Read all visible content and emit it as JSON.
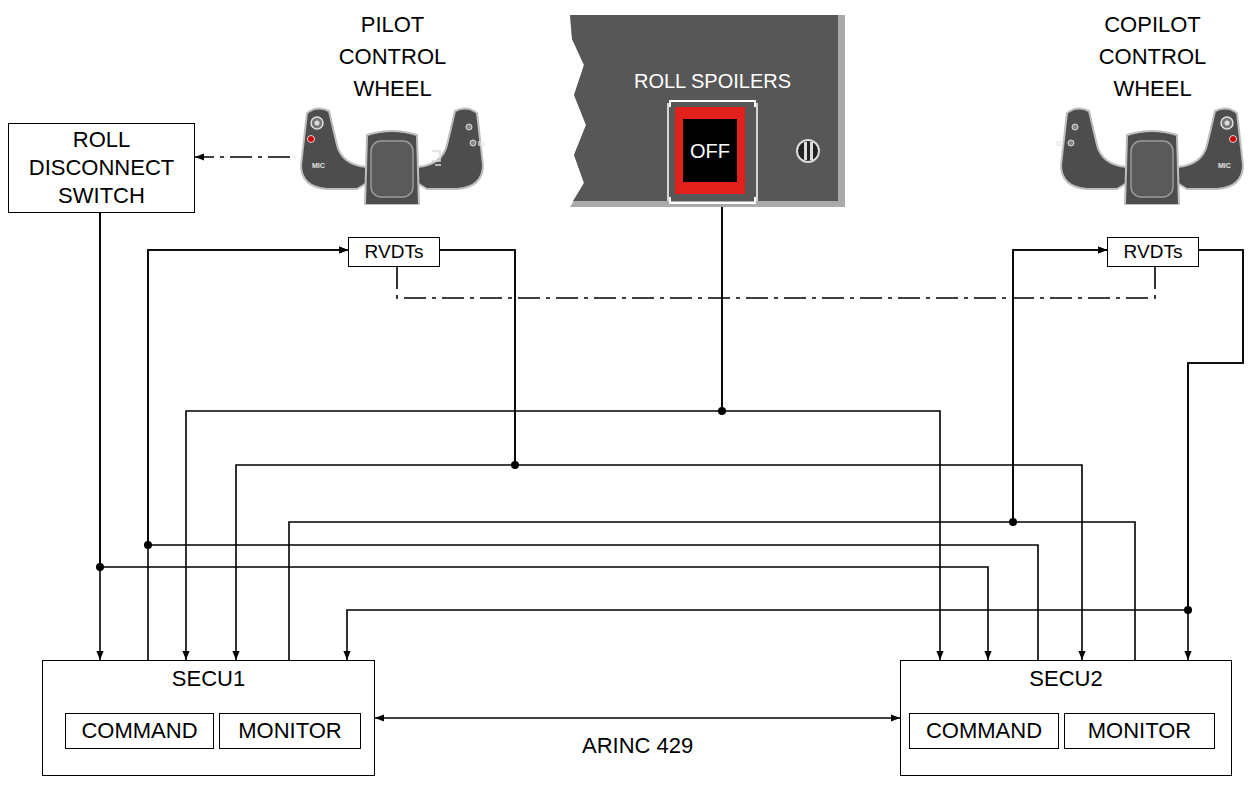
{
  "diagram": {
    "nodes": [
      {
        "text": [
          "PILOT CONTROL WHEEL"
        ]
      },
      {
        "text": [
          "ROLL SPOILERS"
        ]
      },
      {
        "text": [
          "OFF"
        ],
        "in": 1
      },
      {
        "text": [
          "COPILOT CONTROL WHEEL"
        ]
      },
      {
        "text": [
          "ROLL DISCONNECT SWITCH"
        ]
      },
      {
        "text": [
          "RVDTs"
        ]
      },
      {
        "text": [
          "RVDTs"
        ]
      },
      {
        "text": [
          "SECU1"
        ]
      },
      {
        "text": [
          "COMMAND"
        ],
        "in": 7
      },
      {
        "text": [
          "MONITOR"
        ],
        "in": 7
      },
      {
        "text": [
          "SECU2"
        ]
      },
      {
        "text": [
          "COMMAND"
        ],
        "in": 10
      },
      {
        "text": [
          "MONITOR"
        ],
        "in": 10
      }
    ],
    "edges": [
      {
        "from": 0,
        "to": 4,
        "arrow": "to"
      },
      {
        "from": 5,
        "to": 6,
        "arrow": "none"
      },
      {
        "from": 4,
        "to": 7,
        "arrow": "to"
      },
      {
        "from": 4,
        "to": 10,
        "arrow": "to"
      },
      {
        "from": 7,
        "to": 5,
        "arrow": "to"
      },
      {
        "from": 10,
        "to": 5,
        "arrow": "to"
      },
      {
        "from": 5,
        "to": 7,
        "arrow": "to"
      },
      {
        "from": 5,
        "to": 10,
        "arrow": "to"
      },
      {
        "from": 1,
        "to": 7,
        "arrow": "to"
      },
      {
        "from": 1,
        "to": 10,
        "arrow": "to"
      },
      {
        "from": 7,
        "to": 6,
        "arrow": "to"
      },
      {
        "from": 10,
        "to": 6,
        "arrow": "to"
      },
      {
        "from": 6,
        "to": 7,
        "arrow": "to"
      },
      {
        "from": 6,
        "to": 10,
        "arrow": "to"
      },
      {
        "from": 7,
        "to": 10,
        "label": "ARINC 429",
        "arrow": "both"
      }
    ],
    "labels": [
      "MIC",
      "ID",
      "ID",
      "MIC"
    ]
  }
}
